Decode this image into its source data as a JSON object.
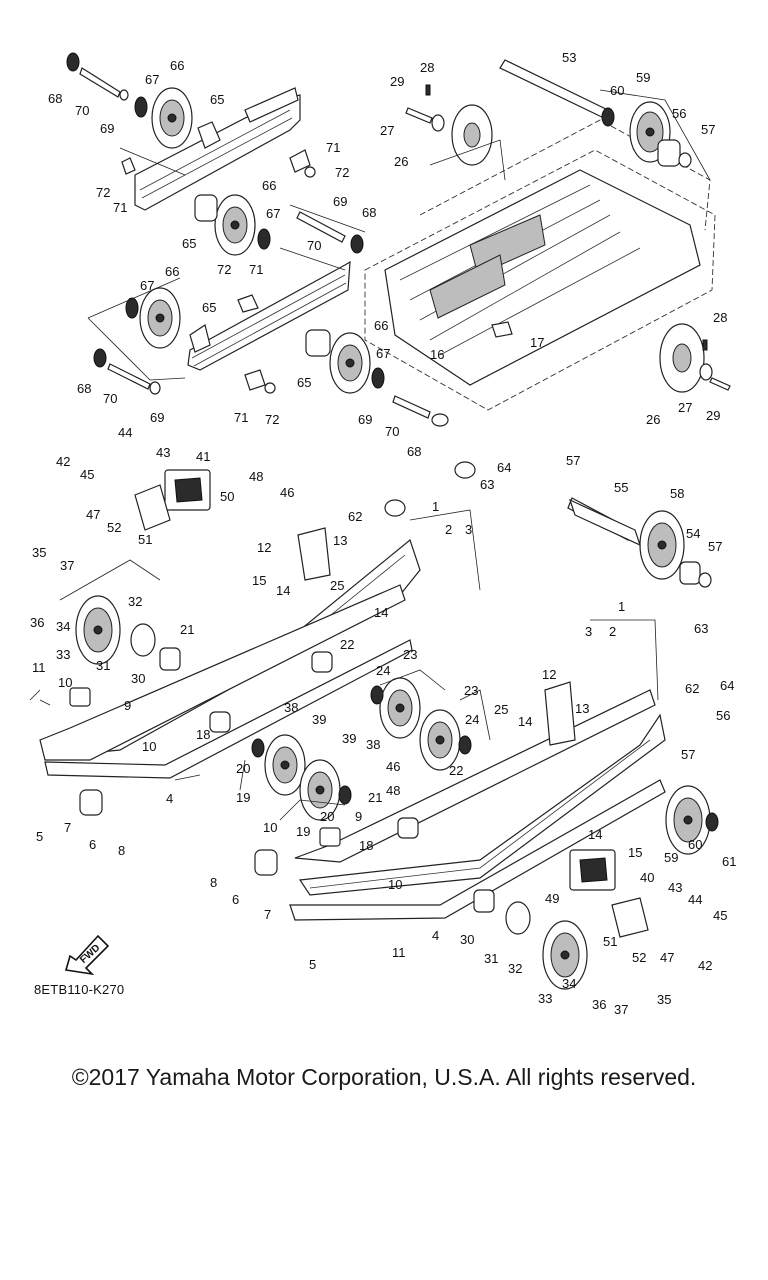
{
  "diagram": {
    "labels": [
      "68",
      "70",
      "69",
      "67",
      "66",
      "65",
      "71",
      "72",
      "66",
      "67",
      "69",
      "70",
      "68",
      "71",
      "72",
      "65",
      "72",
      "71",
      "67",
      "66",
      "65",
      "68",
      "70",
      "69",
      "71",
      "72",
      "66",
      "67",
      "65",
      "69",
      "70",
      "68",
      "29",
      "28",
      "27",
      "26",
      "53",
      "59",
      "60",
      "56",
      "57",
      "17",
      "16",
      "28",
      "26",
      "27",
      "29",
      "42",
      "44",
      "45",
      "43",
      "47",
      "41",
      "52",
      "51",
      "50",
      "48",
      "46",
      "35",
      "37",
      "12",
      "13",
      "62",
      "64",
      "63",
      "57",
      "55",
      "58",
      "54",
      "57",
      "15",
      "14",
      "25",
      "14",
      "22",
      "1",
      "2",
      "3",
      "36",
      "34",
      "32",
      "33",
      "21",
      "31",
      "30",
      "11",
      "10",
      "9",
      "10",
      "18",
      "38",
      "39",
      "23",
      "24",
      "20",
      "19",
      "4",
      "5",
      "7",
      "6",
      "8",
      "20",
      "19",
      "39",
      "38",
      "21",
      "18",
      "9",
      "23",
      "24",
      "25",
      "22",
      "46",
      "48",
      "1",
      "3",
      "2",
      "63",
      "64",
      "62",
      "12",
      "13",
      "14",
      "56",
      "57",
      "15",
      "14",
      "59",
      "60",
      "61",
      "10",
      "10",
      "8",
      "6",
      "7",
      "4",
      "11",
      "5",
      "49",
      "40",
      "43",
      "44",
      "45",
      "30",
      "31",
      "32",
      "33",
      "34",
      "36",
      "37",
      "35",
      "51",
      "52",
      "47",
      "42"
    ]
  },
  "diagram_code": "8ETB110-K270",
  "fwd_label": "FWD",
  "copyright": "©2017 Yamaha Motor Corporation, U.S.A. All rights reserved."
}
